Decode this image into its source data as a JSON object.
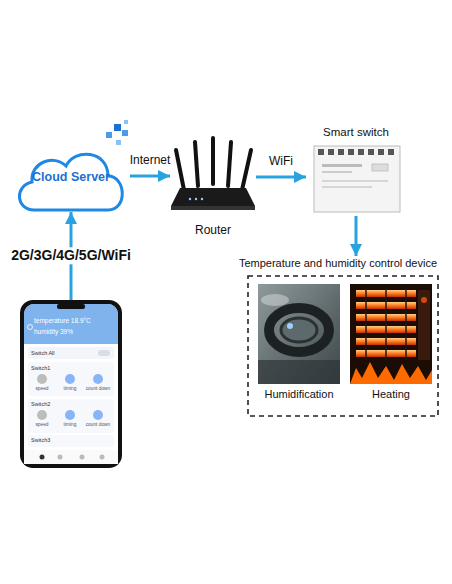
{
  "diagram": {
    "nodes": [
      {
        "text": [
          "Cloud Server"
        ]
      },
      {
        "text": [
          "Router"
        ]
      },
      {
        "text": [
          "Smart switch"
        ]
      },
      {
        "text": [
          "Temperature and humidity control device"
        ]
      },
      {
        "text": [
          "Humidification"
        ],
        "in": 3
      },
      {
        "text": [
          "Heating"
        ],
        "in": 3
      },
      {
        "text": [
          "temperature 18.9°C",
          "humidity 39%",
          "Switch All",
          "Switch1",
          "speed",
          "timing",
          "count down",
          "Switch2",
          "speed",
          "timing",
          "count down",
          "Switch3"
        ]
      }
    ],
    "edges": [
      {
        "from": 0,
        "to": 1,
        "arrow": "to",
        "label": "Internet"
      },
      {
        "from": 1,
        "to": 2,
        "arrow": "to",
        "label": "WiFi"
      },
      {
        "from": 2,
        "to": 3,
        "arrow": "to"
      },
      {
        "from": 6,
        "to": 0,
        "arrow": "to",
        "label": "2G/3G/4G/5G/WiFi"
      }
    ]
  }
}
